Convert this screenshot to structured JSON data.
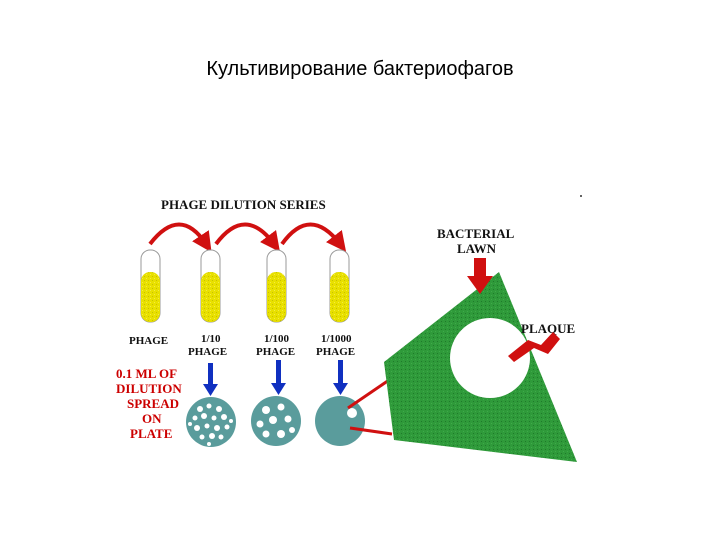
{
  "slide": {
    "title": "Культивирование бактериофагов"
  },
  "diagram": {
    "series_title": "PHAGE DILUTION SERIES",
    "tubes": [
      {
        "label_line1": "PHAGE",
        "label_line2": ""
      },
      {
        "label_line1": "1/10",
        "label_line2": "PHAGE"
      },
      {
        "label_line1": "1/100",
        "label_line2": "PHAGE"
      },
      {
        "label_line1": "1/1000",
        "label_line2": "PHAGE"
      }
    ],
    "spread_label": [
      "0.1 ML OF",
      "DILUTION",
      "SPREAD",
      "ON",
      "PLATE"
    ],
    "lawn_label": [
      "BACTERIAL",
      "LAWN"
    ],
    "plaque_label": "PLAQUE",
    "colors": {
      "tube_fill": "#e8e000",
      "transfer_arrow": "#d01010",
      "spread_arrow": "#1030c0",
      "plate": "#5a9c9c",
      "lawn": "#2f9a3a",
      "label_red": "#cc0000",
      "label_dark": "#111111"
    }
  }
}
